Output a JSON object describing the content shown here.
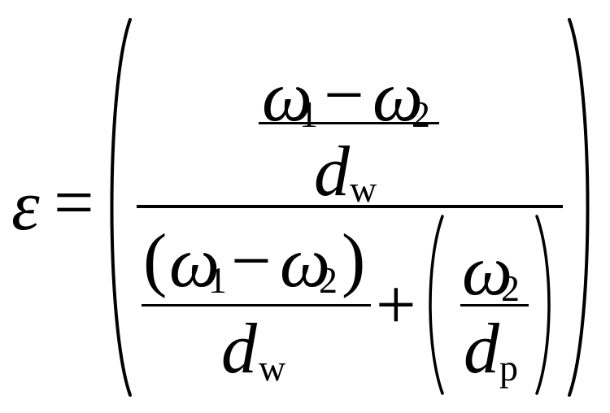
{
  "equation": {
    "lhs_symbol": "ε",
    "equals_sign": "=",
    "top": {
      "numerator": {
        "omega_1": "ω",
        "omega_1_sub": "1",
        "minus": "−",
        "omega_2": "ω",
        "omega_2_sub": "2"
      },
      "denominator": {
        "d": "d",
        "d_sub": "w"
      }
    },
    "bottom": {
      "left_term": {
        "open_paren": "(",
        "omega_1": "ω",
        "omega_1_sub": "1",
        "minus": "−",
        "omega_2": "ω",
        "omega_2_sub": "2",
        "close_paren": ")",
        "d": "d",
        "d_sub": "w"
      },
      "plus": "+",
      "right_term": {
        "omega_2": "ω",
        "omega_2_sub": "2",
        "d": "d",
        "d_sub": "p"
      }
    }
  }
}
